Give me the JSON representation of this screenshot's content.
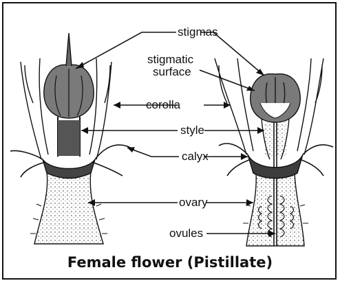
{
  "labels": {
    "stigmas": "stigmas",
    "stigmatic_surface_line1": "stigmatic",
    "stigmatic_surface_line2": "surface",
    "corolla": "corolla",
    "style": "style",
    "calyx": "calyx",
    "ovary": "ovary",
    "ovules": "ovules"
  },
  "caption": "Female flower (Pistillate)",
  "colors": {
    "ink": "#111111",
    "stigma_fill": "#7a7a7a",
    "background": "#ffffff"
  }
}
